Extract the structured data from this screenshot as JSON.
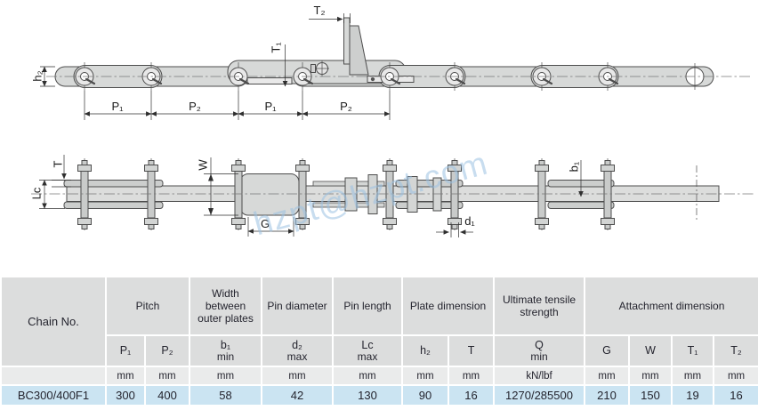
{
  "watermark": "hzpt@hzpt.com",
  "side_view": {
    "t2": "T₂",
    "t1": "T₁",
    "h2": "h₂",
    "p1_first": "P₁",
    "p2_first": "P₂",
    "p1_second": "P₁",
    "p2_second": "P₂"
  },
  "plan_view": {
    "t": "T",
    "lc": "Lc",
    "w": "W",
    "g": "G",
    "b1": "b₁",
    "d1": "d₁"
  },
  "table": {
    "chain_no_header": "Chain No.",
    "groups": {
      "pitch": "Pitch",
      "width": "Width between outer plates",
      "pin_diameter": "Pin diameter",
      "pin_length": "Pin length",
      "plate_dimension": "Plate dimension",
      "ultimate_tensile_strength": "Ultimate tensile strength",
      "attachment_dimension": "Attachment dimension"
    },
    "subs": {
      "p1": "P₁",
      "p2": "P₂",
      "b1": "b₁",
      "b1_note": "min",
      "d2": "d₂",
      "d2_note": "max",
      "lc": "Lc",
      "lc_note": "max",
      "h2": "h₂",
      "t": "T",
      "q": "Q",
      "q_note": "min",
      "g": "G",
      "w": "W",
      "t1": "T₁",
      "t2": "T₂"
    },
    "units": {
      "mm": "mm",
      "kn": "kN/lbf"
    },
    "row": {
      "chain_no": "BC300/400F1",
      "p1": "300",
      "p2": "400",
      "b1": "58",
      "d2": "42",
      "lc": "130",
      "h2": "90",
      "t": "16",
      "q": "1270/285500",
      "g": "210",
      "w": "150",
      "t1": "19",
      "t2": "16"
    }
  },
  "colors": {
    "row_highlight": "#cbe4f2",
    "header_bg": "#dcdddd",
    "units_bg": "#eaebeb",
    "watermark_blue": "#9cc2e2",
    "chain_fill": "#d7d9d8"
  }
}
